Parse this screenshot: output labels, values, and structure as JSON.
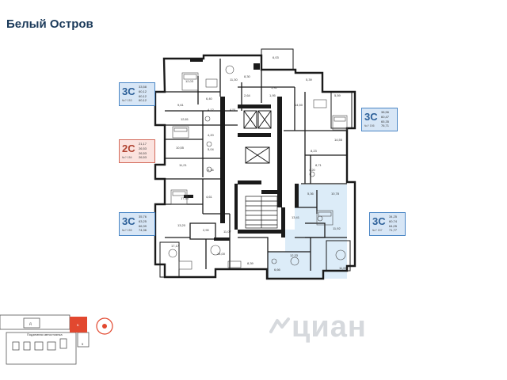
{
  "title": "Белый Остров",
  "apartments": [
    {
      "id": "a1",
      "type": "3C",
      "number": "№? 153",
      "values": [
        "33,58",
        "60,12",
        "60,12",
        "60,12"
      ],
      "color": "#d7e6f6",
      "border": "#4a86c5",
      "highlight": false
    },
    {
      "id": "a2",
      "type": "2C",
      "number": "№? 154",
      "values": [
        "21,17",
        "26,53",
        "26,53",
        "26,53"
      ],
      "color": "#fbe3df",
      "border": "#d46a5a",
      "highlight": false
    },
    {
      "id": "a3",
      "type": "3C",
      "number": "№? 155",
      "values": [
        "35,76",
        "63,25",
        "66,39",
        "74,36"
      ],
      "color": "#d7e6f6",
      "border": "#4a86c5",
      "highlight": false
    },
    {
      "id": "a4",
      "type": "3C",
      "number": "№? 156",
      "values": [
        "38,56",
        "60,47",
        "65,35",
        "76,71"
      ],
      "color": "#d7e6f6",
      "border": "#4a86c5",
      "highlight": false
    },
    {
      "id": "a5",
      "type": "3C",
      "number": "№? 157",
      "values": [
        "34,25",
        "60,74",
        "64,05",
        "71,77"
      ],
      "color": "#d7e6f6",
      "border": "#4a86c5",
      "highlight": true
    }
  ],
  "rooms": [
    {
      "id": "r1",
      "label": "12,03"
    },
    {
      "id": "r2",
      "label": "11,30"
    },
    {
      "id": "r3",
      "label": "8,30"
    },
    {
      "id": "r4",
      "label": "6,03"
    },
    {
      "id": "r5",
      "label": "1,92"
    },
    {
      "id": "r6",
      "label": "1,95"
    },
    {
      "id": "r7",
      "label": "5,39"
    },
    {
      "id": "r8",
      "label": "6,40"
    },
    {
      "id": "r9",
      "label": "2,64"
    },
    {
      "id": "r10",
      "label": "9,61"
    },
    {
      "id": "r11",
      "label": "4,12"
    },
    {
      "id": "r12",
      "label": "4,51"
    },
    {
      "id": "r13",
      "label": "14,50"
    },
    {
      "id": "r14",
      "label": "5,59"
    },
    {
      "id": "r15",
      "label": "12,81"
    },
    {
      "id": "r16",
      "label": "4,20"
    },
    {
      "id": "r17",
      "label": "8,23"
    },
    {
      "id": "r18",
      "label": "10,55"
    },
    {
      "id": "r19",
      "label": "5,04"
    },
    {
      "id": "r20",
      "label": "14,55"
    },
    {
      "id": "r21",
      "label": "11,21"
    },
    {
      "id": "r22",
      "label": "5,36"
    },
    {
      "id": "r23",
      "label": "4,20"
    },
    {
      "id": "r24",
      "label": "8,71"
    },
    {
      "id": "r25",
      "label": "17,54"
    },
    {
      "id": "r26",
      "label": "4,61"
    },
    {
      "id": "r27",
      "label": "5,36"
    },
    {
      "id": "r28",
      "label": "10,78"
    },
    {
      "id": "r29",
      "label": "13,41"
    },
    {
      "id": "r30",
      "label": "13,20"
    },
    {
      "id": "r31",
      "label": "11,07"
    },
    {
      "id": "r32",
      "label": "2,90"
    },
    {
      "id": "r33",
      "label": "11,92"
    },
    {
      "id": "r34",
      "label": "17,17"
    },
    {
      "id": "r35",
      "label": "14,00"
    },
    {
      "id": "r36",
      "label": "8,39"
    },
    {
      "id": "r37",
      "label": "12,33"
    },
    {
      "id": "r38",
      "label": "6,66"
    },
    {
      "id": "r39",
      "label": "11,00"
    }
  ],
  "site_plan": {
    "label_d": "Д",
    "label_b": "Б",
    "label_5": "5",
    "label_caption": "Подземная автостоянка"
  },
  "watermark": "циан"
}
